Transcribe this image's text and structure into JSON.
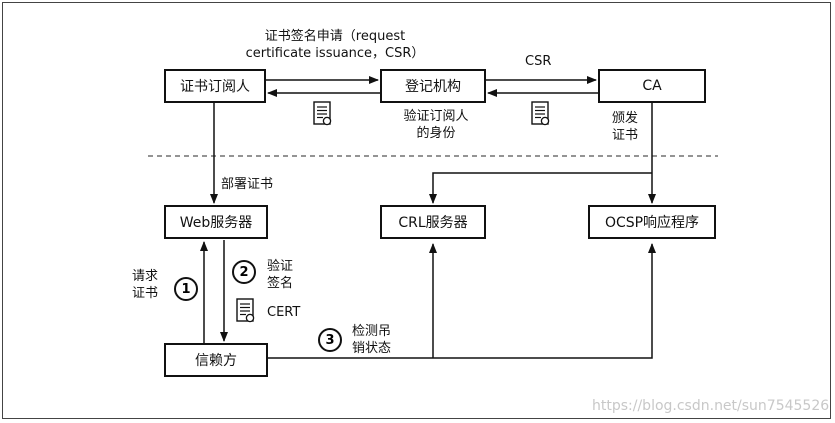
{
  "nodes": {
    "subscriber": "证书订阅人",
    "registration": "登记机构",
    "ca": "CA",
    "web_server": "Web服务器",
    "crl_server": "CRL服务器",
    "ocsp": "OCSP响应程序",
    "relying_party": "信赖方"
  },
  "labels": {
    "csr_request_line1": "证书签名申请（request",
    "csr_request_line2": "certificate issuance，CSR）",
    "csr": "CSR",
    "verify_identity_line1": "验证订阅人",
    "verify_identity_line2": "的身份",
    "issue_line1": "颁发",
    "issue_line2": "证书",
    "deploy": "部署证书",
    "request_line1": "请求",
    "request_line2": "证书",
    "verify_sig_line1": "验证",
    "verify_sig_line2": "签名",
    "cert": "CERT",
    "check_line1": "检测吊",
    "check_line2": "销状态"
  },
  "steps": {
    "s1": "1",
    "s2": "2",
    "s3": "3"
  },
  "watermark": "https://blog.csdn.net/sun7545526"
}
